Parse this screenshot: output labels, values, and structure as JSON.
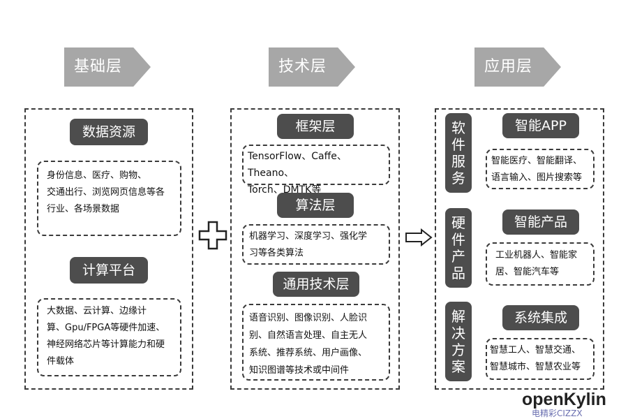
{
  "headers": {
    "base": "基础层",
    "tech": "技术层",
    "app": "应用层"
  },
  "base": {
    "data_title": "数据资源",
    "data_text": "身份信息、医疗、购物、\n交通出行、浏览网页信息等各\n行业、各场景数据",
    "compute_title": "计算平台",
    "compute_text": "大数据、云计算、边缘计\n算、Gpu/FPGA等硬件加速、\n神经网络芯片等计算能力和硬\n件载体"
  },
  "tech": {
    "framework_title": "框架层",
    "framework_text": "TensorFlow、Caffe、Theano、\nTorch、DMTK等",
    "algo_title": "算法层",
    "algo_text": "机器学习、深度学习、强化学\n习等各类算法",
    "general_title": "通用技术层",
    "general_text": "语音识别、图像识别、人脸识\n别、自然语言处理、自主无人\n系统、推荐系统、用户画像、\n知识图谱等技术或中间件"
  },
  "app": {
    "software": [
      "软",
      "件",
      "服",
      "务"
    ],
    "hardware": [
      "硬",
      "件",
      "产",
      "品"
    ],
    "solution": [
      "解",
      "决",
      "方",
      "案"
    ],
    "smart_app_title": "智能APP",
    "smart_app_text": "智能医疗、智能翻译、\n语言输入、图片搜索等",
    "smart_product_title": "智能产品",
    "smart_product_text": "工业机器人、智能家\n居、智能汽车等",
    "system_title": "系统集成",
    "system_text": "智慧工人、智慧交通、\n智慧城市、智慧农业等"
  },
  "watermark": {
    "brand": "openKylin",
    "sub": "电精彩CIZZX"
  }
}
